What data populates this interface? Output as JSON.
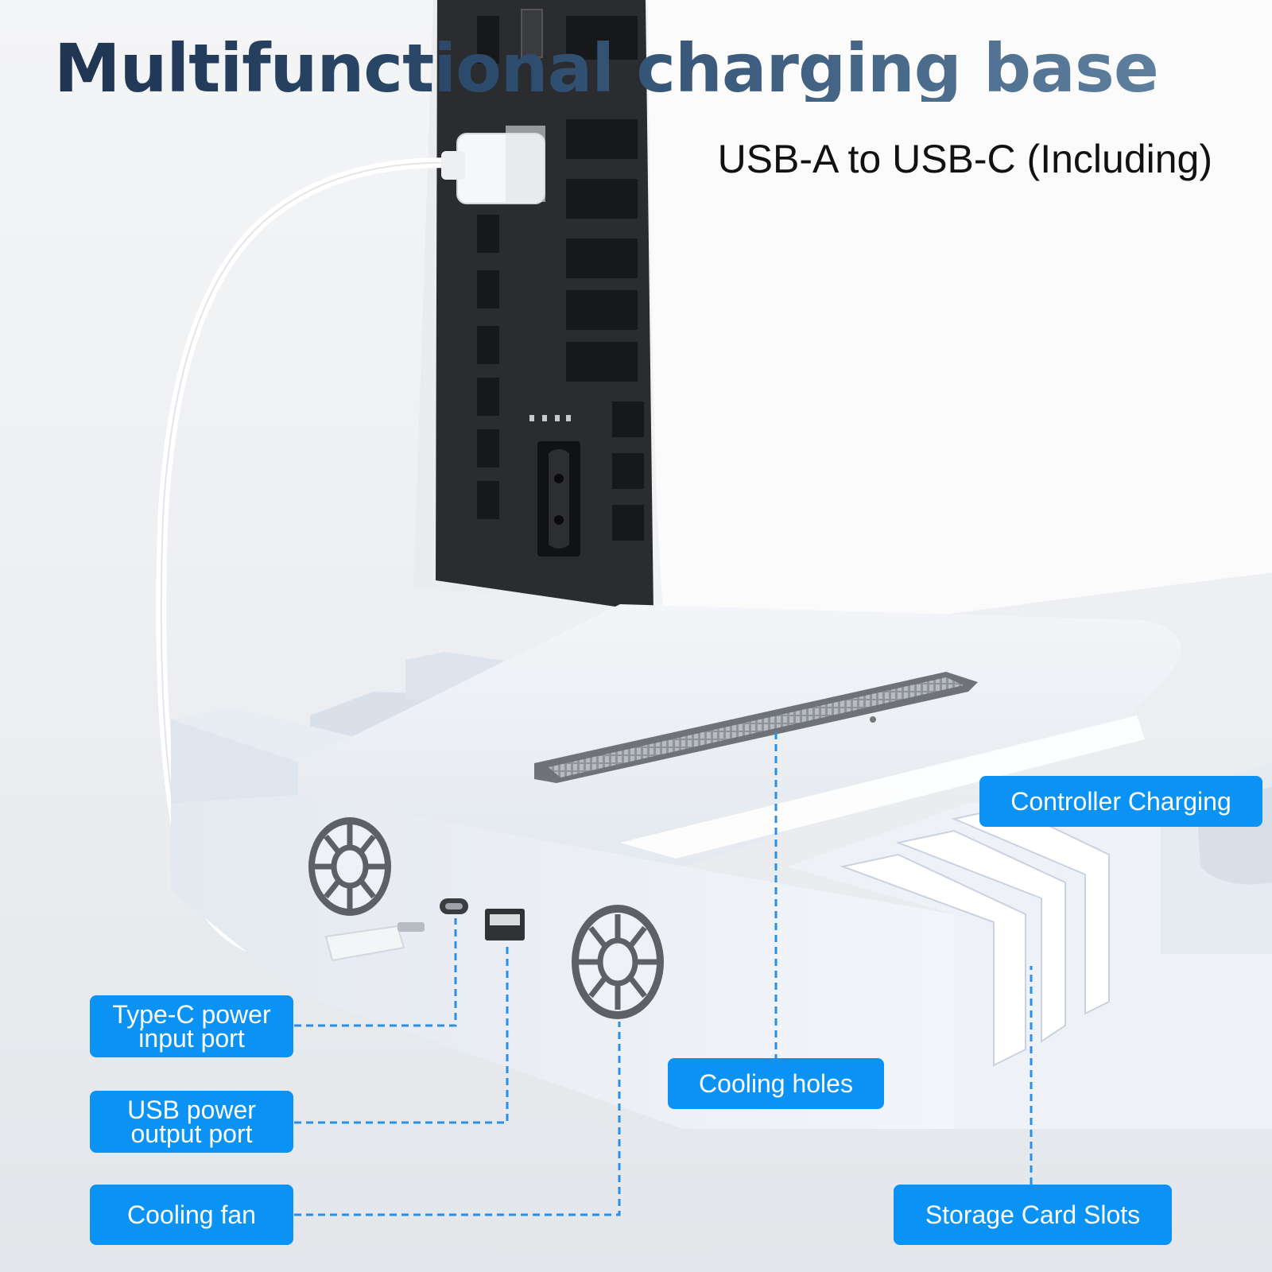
{
  "header": {
    "title": "Multifunctional charging base",
    "subtitle": "USB-A to USB-C (Including)"
  },
  "callouts": {
    "controller_charging": "Controller Charging",
    "type_c_port": "Type-C power\ninput port",
    "usb_output_port": "USB power\noutput port",
    "cooling_fan": "Cooling fan",
    "cooling_holes": "Cooling holes",
    "storage_card_slots": "Storage Card Slots"
  },
  "colors": {
    "callout_bg": "#0a93f5",
    "callout_text": "#ffffff",
    "leader_line": "#2a8fe6",
    "title_dark": "#1f3552"
  }
}
